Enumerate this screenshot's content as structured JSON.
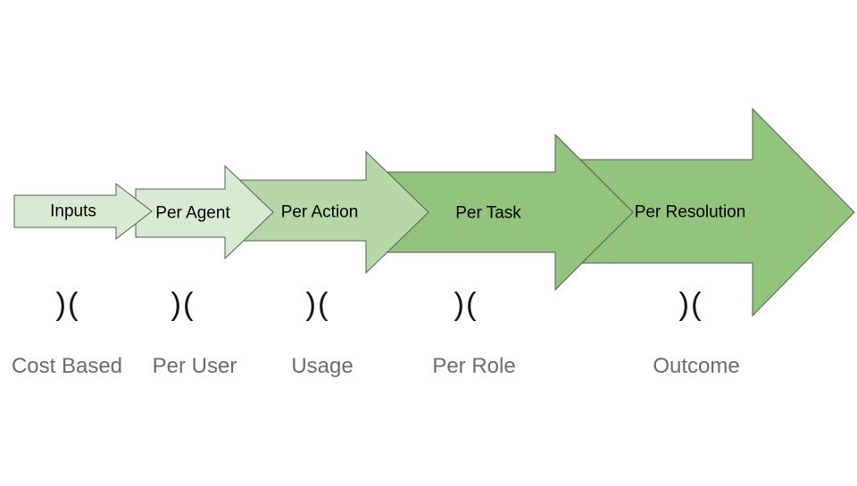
{
  "style": {
    "page_bg": "#ffffff",
    "arrow_stroke": "#595959",
    "arrow_label_color": "#000000",
    "divider_color": "#141414",
    "pricing_label_color": "#6b6b6b"
  },
  "stages": [
    {
      "arrow_label": "Inputs",
      "arrow_fill": "#d9ead3",
      "divider": ")(",
      "pricing_label": "Cost Based"
    },
    {
      "arrow_label": "Per Agent",
      "arrow_fill": "#d9ead3",
      "divider": ")(",
      "pricing_label": "Per User"
    },
    {
      "arrow_label": "Per Action",
      "arrow_fill": "#b6d7a8",
      "divider": ")(",
      "pricing_label": "Usage"
    },
    {
      "arrow_label": "Per Task",
      "arrow_fill": "#93c47d",
      "divider": ")(",
      "pricing_label": "Per Role"
    },
    {
      "arrow_label": "Per Resolution",
      "arrow_fill": "#93c47d",
      "divider": ")(",
      "pricing_label": "Outcome"
    }
  ]
}
